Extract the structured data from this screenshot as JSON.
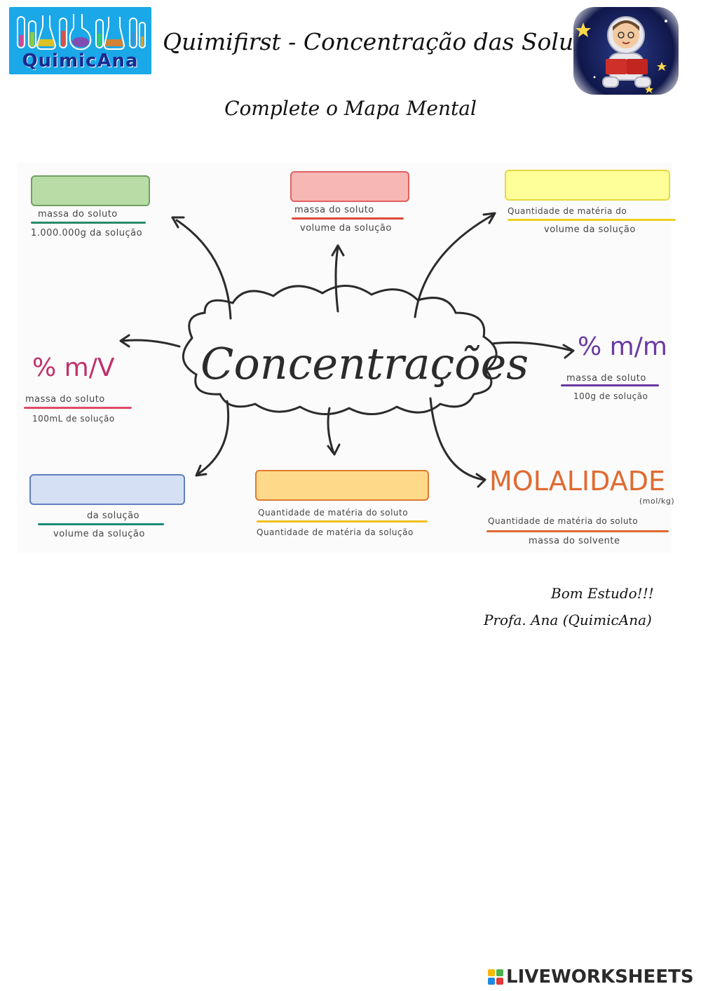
{
  "header": {
    "logo_text": "QuimicAna",
    "title": "Quimifirst - Concentração das Soluções",
    "subtitle": "Complete o Mapa Mental"
  },
  "map": {
    "center": "Concentrações",
    "nodes": [
      {
        "id": "top-left",
        "box_color": "#b8dca6",
        "numerator": "massa do soluto",
        "denominator": "1.000.000g da solução",
        "line_color": "#2a8a6a"
      },
      {
        "id": "top-center",
        "box_color": "#f6b8b4",
        "numerator": "massa do soluto",
        "denominator": "volume da solução",
        "line_color": "#e04a3a"
      },
      {
        "id": "top-right",
        "box_color": "#ffff99",
        "numerator": "Quantidade de matéria do",
        "denominator": "volume da solução",
        "line_color": "#f0d020"
      },
      {
        "id": "mid-left",
        "label": "% m/V",
        "numerator": "massa do soluto",
        "denominator": "100mL de solução",
        "line_color": "#e04a6a",
        "label_color": "#c0306a"
      },
      {
        "id": "mid-right",
        "label": "% m/m",
        "numerator": "massa de soluto",
        "denominator": "100g de solução",
        "line_color": "#6a3aa0",
        "label_color": "#6a3aa0"
      },
      {
        "id": "bottom-left",
        "box_color": "#d6e0f4",
        "numerator": "da solução",
        "denominator": "volume da solução",
        "line_color": "#1a8a7a"
      },
      {
        "id": "bottom-center",
        "box_color": "#ffd98a",
        "numerator": "Quantidade de matéria do soluto",
        "denominator": "Quantidade de matéria da solução",
        "line_color": "#f0c020"
      },
      {
        "id": "bottom-right",
        "label": "MOLALIDADE",
        "unit": "(mol/kg)",
        "numerator": "Quantidade de matéria do soluto",
        "denominator": "massa do solvente",
        "line_color": "#e06a30",
        "label_color": "#e06a30"
      }
    ]
  },
  "footer": {
    "bom_estudo": "Bom Estudo!!!",
    "signature": "Profa. Ana (QuimicAna)",
    "brand": "LIVEWORKSHEETS"
  }
}
